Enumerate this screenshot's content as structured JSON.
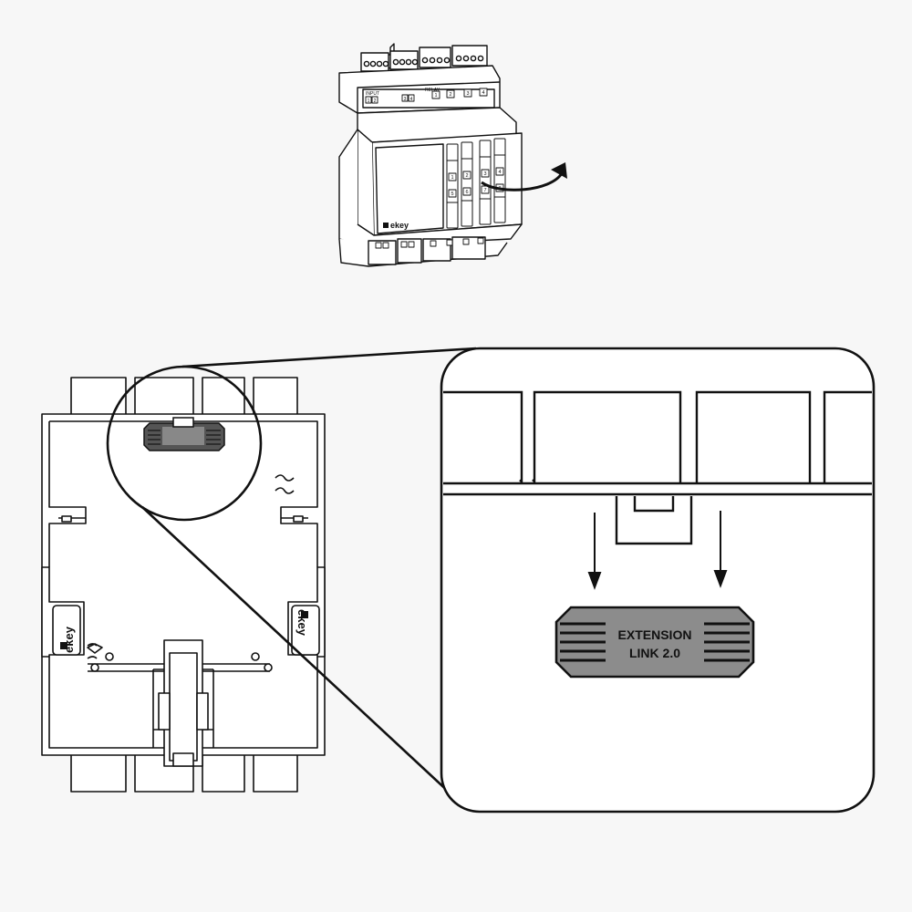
{
  "device": {
    "brand": "ekey",
    "input_label": "INPUT",
    "relay_label": "RELAY",
    "input_numbers": [
      "1",
      "2",
      "3",
      "4"
    ],
    "relay_numbers": [
      "1",
      "2",
      "3",
      "4"
    ],
    "led_numbers": [
      "1",
      "2",
      "3",
      "4",
      "5",
      "6",
      "7",
      "8"
    ]
  },
  "back_view": {
    "brand_left": "ekey",
    "brand_right": "ekey"
  },
  "callout": {
    "connector_line1": "EXTENSION",
    "connector_line2": "LINK 2.0"
  },
  "colors": {
    "background": "#f7f7f7",
    "stroke": "#111111",
    "connector_fill": "#8c8c8c",
    "connector_text": "#111111"
  }
}
